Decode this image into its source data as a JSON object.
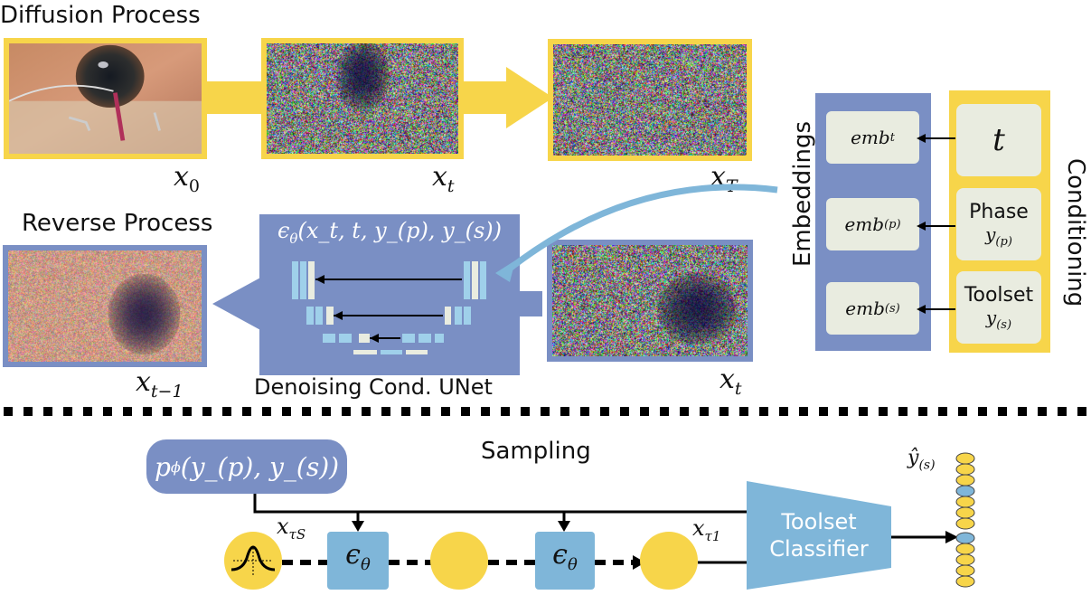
{
  "diffusion": {
    "title": "Diffusion Process",
    "x0": "x",
    "x0_sub": "0",
    "xt": "x",
    "xt_sub": "t",
    "xT": "x",
    "xT_sub": "T"
  },
  "reverse": {
    "title": "Reverse Process",
    "out_label": "x",
    "out_sub": "t−1",
    "in_label": "x",
    "in_sub": "t",
    "unet_formula_main": "ϵ",
    "unet_formula_sub": "θ",
    "unet_formula_args": "(x_t, t, y_(p), y_(s))",
    "unet_caption": "Denoising Cond. UNet"
  },
  "embeddings": {
    "title": "Embeddings",
    "items": [
      {
        "main": "emb",
        "sub": "t"
      },
      {
        "main": "emb",
        "sub": "(p)"
      },
      {
        "main": "emb",
        "sub": "(s)"
      }
    ]
  },
  "conditioning": {
    "title": "Conditioning",
    "t": "t",
    "phase_label": "Phase",
    "phase_var": "y",
    "phase_sub": "(p)",
    "toolset_label": "Toolset",
    "toolset_var": "y",
    "toolset_sub": "(s)"
  },
  "sampling": {
    "title": "Sampling",
    "prior_main": "p",
    "prior_sub": "ϕ",
    "prior_args": "(y_(p), y_(s))",
    "eps_main": "ϵ",
    "eps_sub": "θ",
    "x_tauS": "x",
    "x_tauS_sub": "τS",
    "x_tau1": "x",
    "x_tau1_sub": "τ1",
    "classifier_line1": "Toolset",
    "classifier_line2": "Classifier",
    "output_label": "ŷ",
    "output_sub": "(s)"
  },
  "colors": {
    "yellow": "#f7d54a",
    "blue_dark": "#7a8fc4",
    "blue_light": "#7fb6d9",
    "panel_bg": "#e9ece0"
  }
}
